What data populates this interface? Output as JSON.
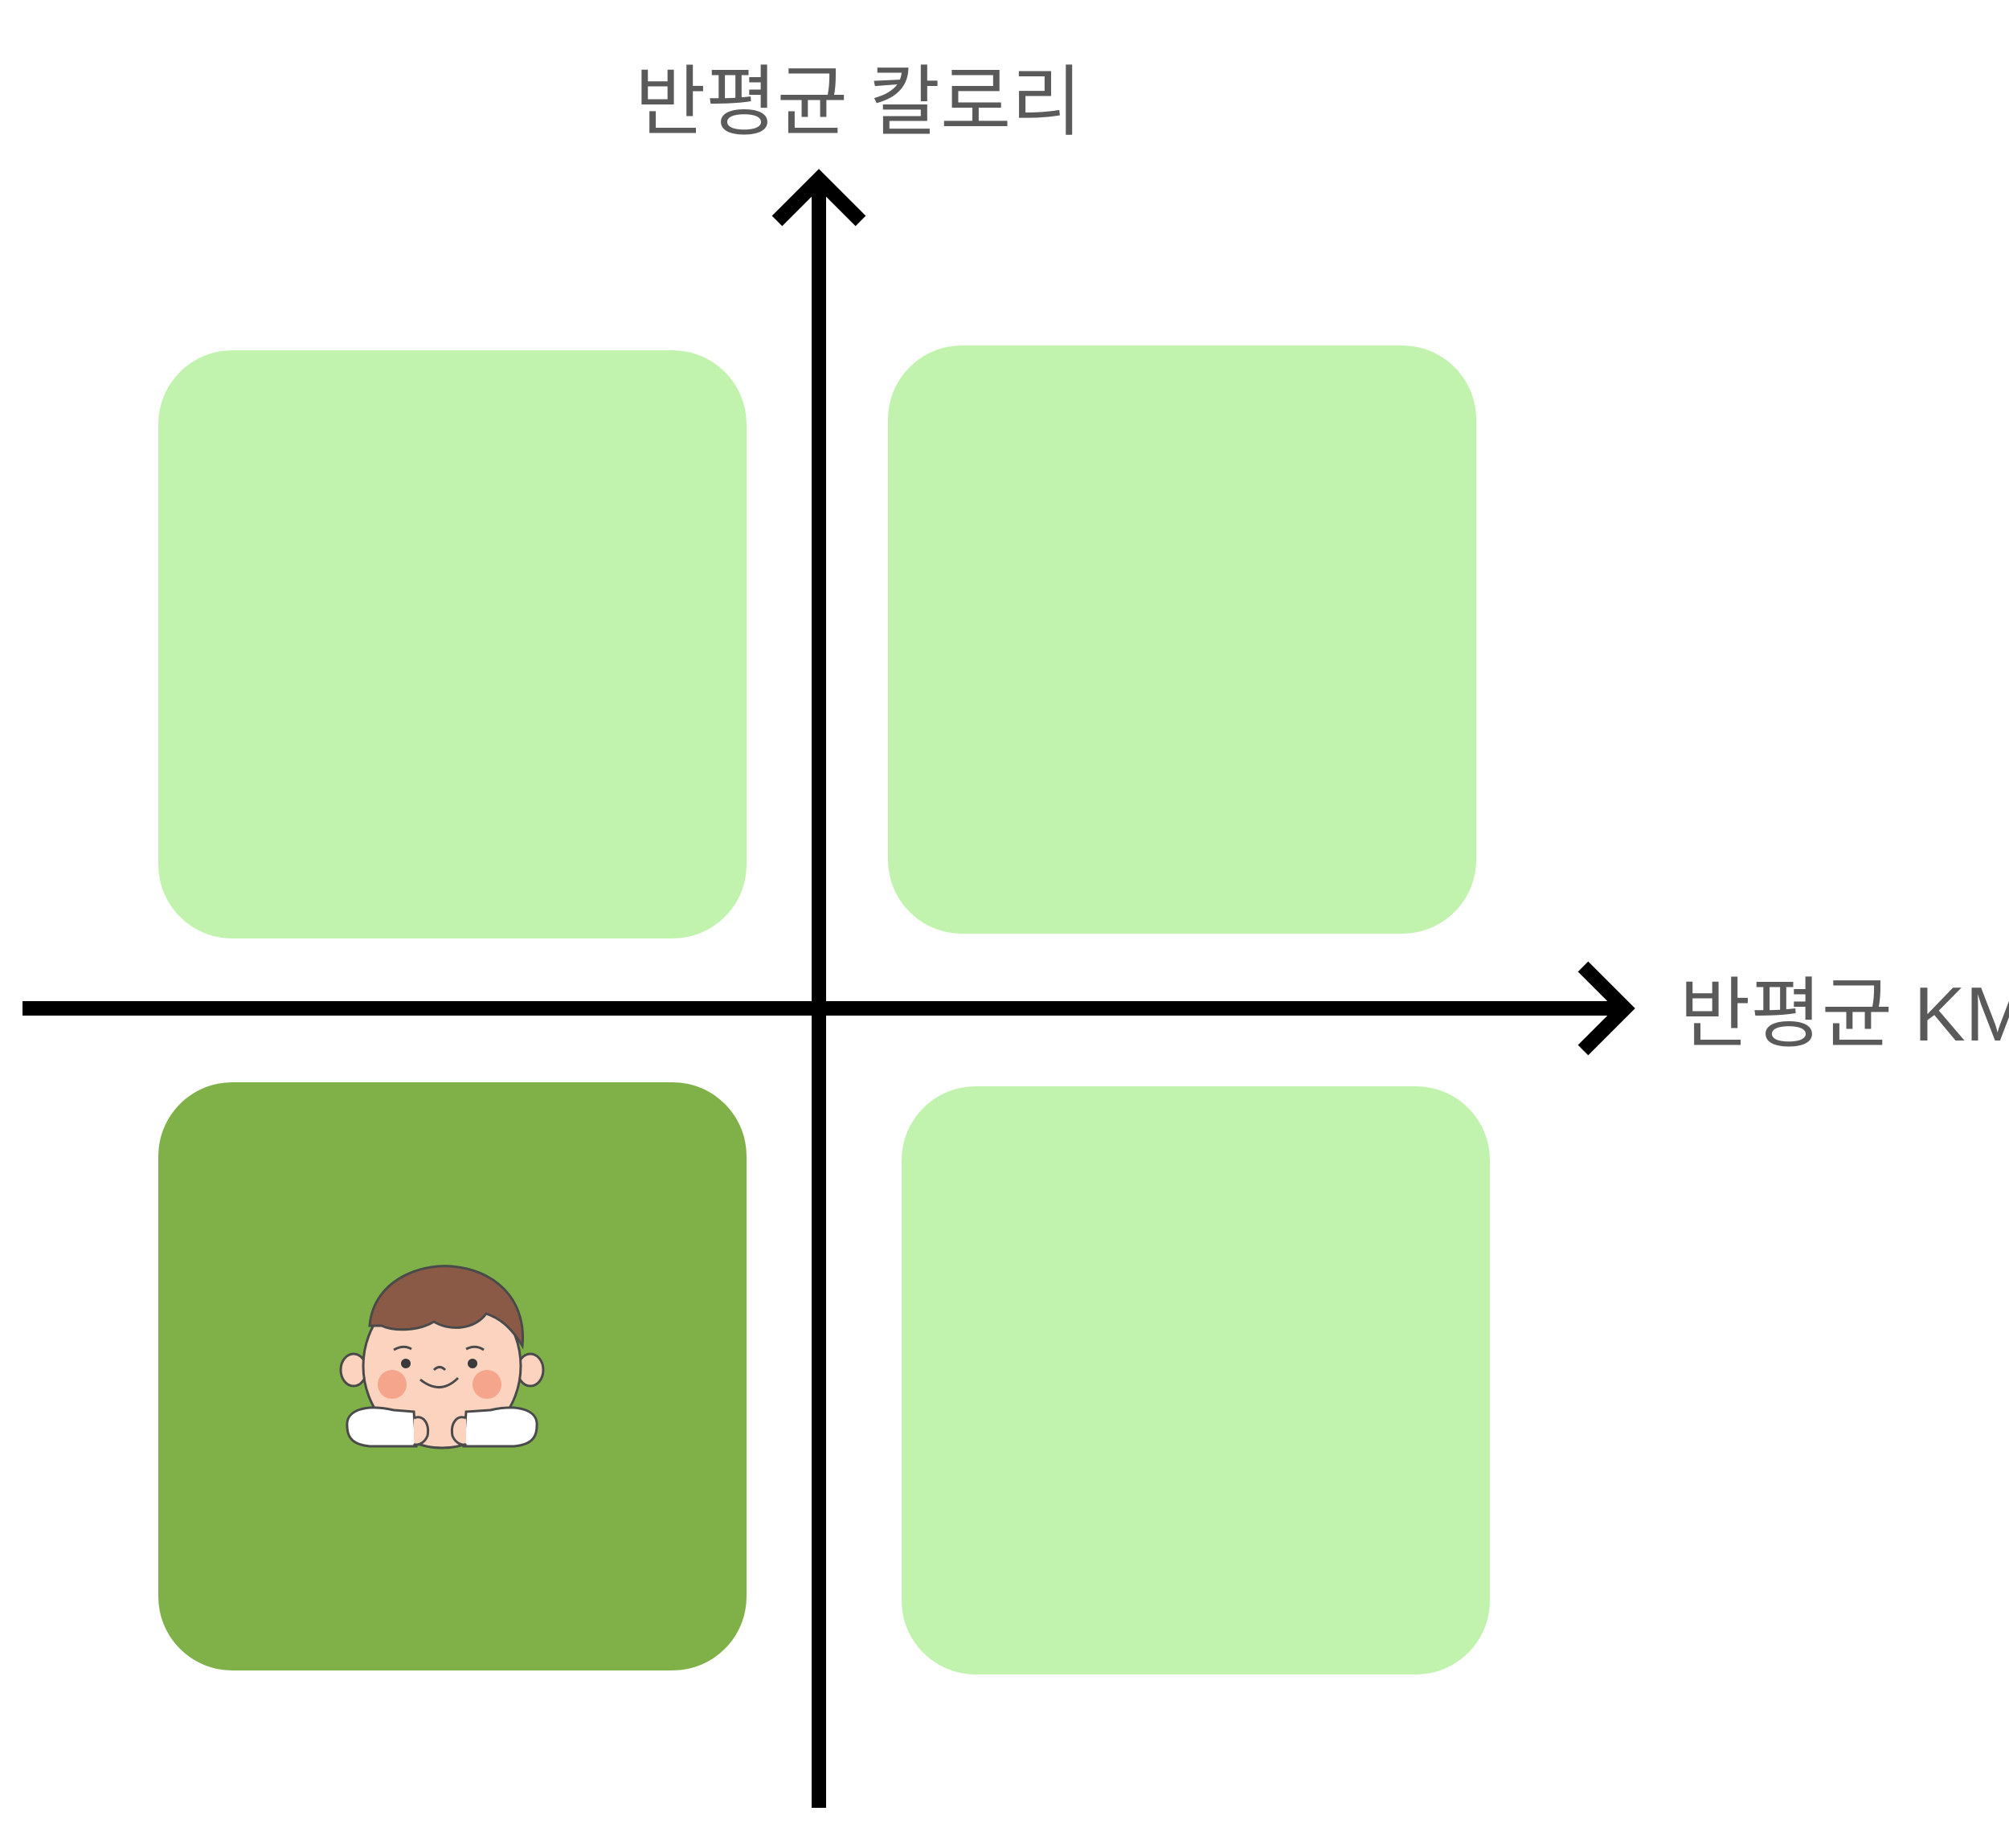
{
  "axes": {
    "x_label": "반평균 KM",
    "y_label": "반평균 칼로리"
  },
  "quadrants": [
    {
      "name": "top-left",
      "highlighted": false
    },
    {
      "name": "top-right",
      "highlighted": false
    },
    {
      "name": "bottom-left",
      "highlighted": true
    },
    {
      "name": "bottom-right",
      "highlighted": false
    }
  ],
  "colors": {
    "quadrant_default": "#c2f3ae",
    "quadrant_highlight": "#7fb148",
    "axis": "#000000",
    "label": "#5a5a5a"
  },
  "marker": {
    "icon": "child-face-icon",
    "quadrant": "bottom-left"
  }
}
